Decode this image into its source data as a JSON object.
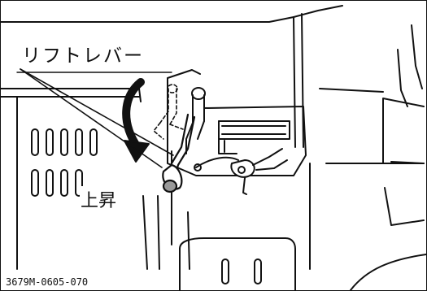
{
  "diagram": {
    "labels": {
      "lift_lever": "リフトレバー",
      "raise": "上昇"
    },
    "reference_code": "3679M-0605-070"
  }
}
